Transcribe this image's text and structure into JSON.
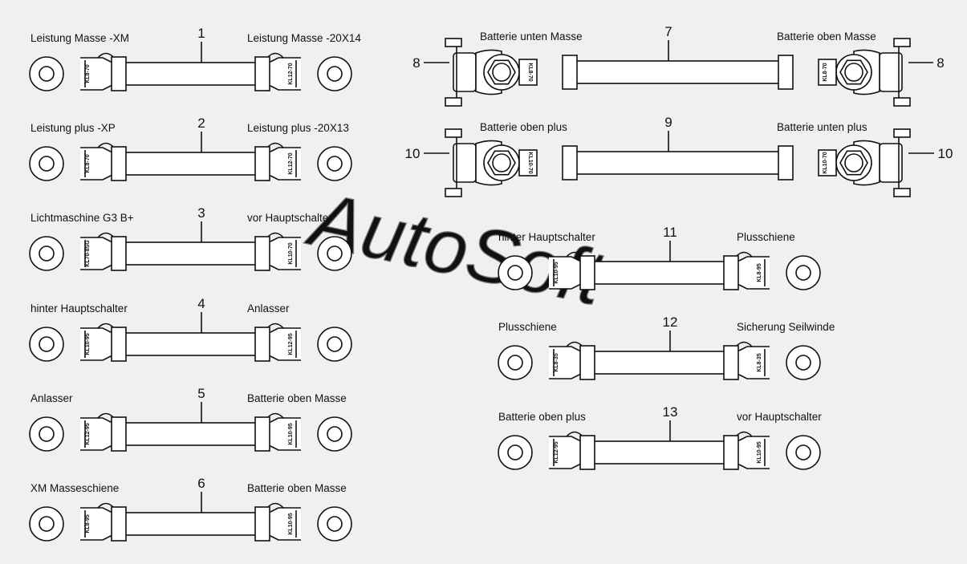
{
  "watermark": "AutoSoft",
  "cables": [
    {
      "number": "1",
      "left_label": "Leistung Masse -XM",
      "right_label": "Leistung Masse -20X14",
      "left_lug": "KL8-70",
      "right_lug": "KL12-70"
    },
    {
      "number": "2",
      "left_label": "Leistung plus -XP",
      "right_label": "Leistung plus -20X13",
      "left_lug": "KL8-70",
      "right_lug": "KL12-70"
    },
    {
      "number": "3",
      "left_label": "Lichtmaschine G3 B+",
      "right_label": "vor Hauptschalter",
      "left_lug": "KL70-8SG",
      "right_lug": "KL10-70"
    },
    {
      "number": "4",
      "left_label": "hinter Hauptschalter",
      "right_label": "Anlasser",
      "left_lug": "KL10-95",
      "right_lug": "KL12-95"
    },
    {
      "number": "5",
      "left_label": "Anlasser",
      "right_label": "Batterie oben Masse",
      "left_lug": "KL12-95",
      "right_lug": "KL10-95"
    },
    {
      "number": "6",
      "left_label": "XM Masseschiene",
      "right_label": "Batterie oben Masse",
      "left_lug": "KL8-95",
      "right_lug": "KL10-95"
    },
    {
      "number": "7",
      "left_label": "Batterie unten Masse",
      "right_label": "Batterie oben Masse",
      "left_lug": "KL8-70",
      "right_lug": "KL8-70"
    },
    {
      "number": "9",
      "left_label": "Batterie oben plus",
      "right_label": "Batterie unten plus",
      "left_lug": "KL10-70",
      "right_lug": "KL10-70"
    },
    {
      "number": "11",
      "left_label": "hinter Hauptschalter",
      "right_label": "Plusschiene",
      "left_lug": "KL10-95",
      "right_lug": "KL8-95"
    },
    {
      "number": "12",
      "left_label": "Plusschiene",
      "right_label": "Sicherung Seilwinde",
      "left_lug": "KL8-35",
      "right_lug": "KL8-35"
    },
    {
      "number": "13",
      "left_label": "Batterie oben plus",
      "right_label": "vor Hauptschalter",
      "left_lug": "KL12-95",
      "right_lug": "KL10-95"
    }
  ],
  "clamp_callouts": [
    {
      "number": "8"
    },
    {
      "number": "8"
    },
    {
      "number": "10"
    },
    {
      "number": "10"
    }
  ]
}
